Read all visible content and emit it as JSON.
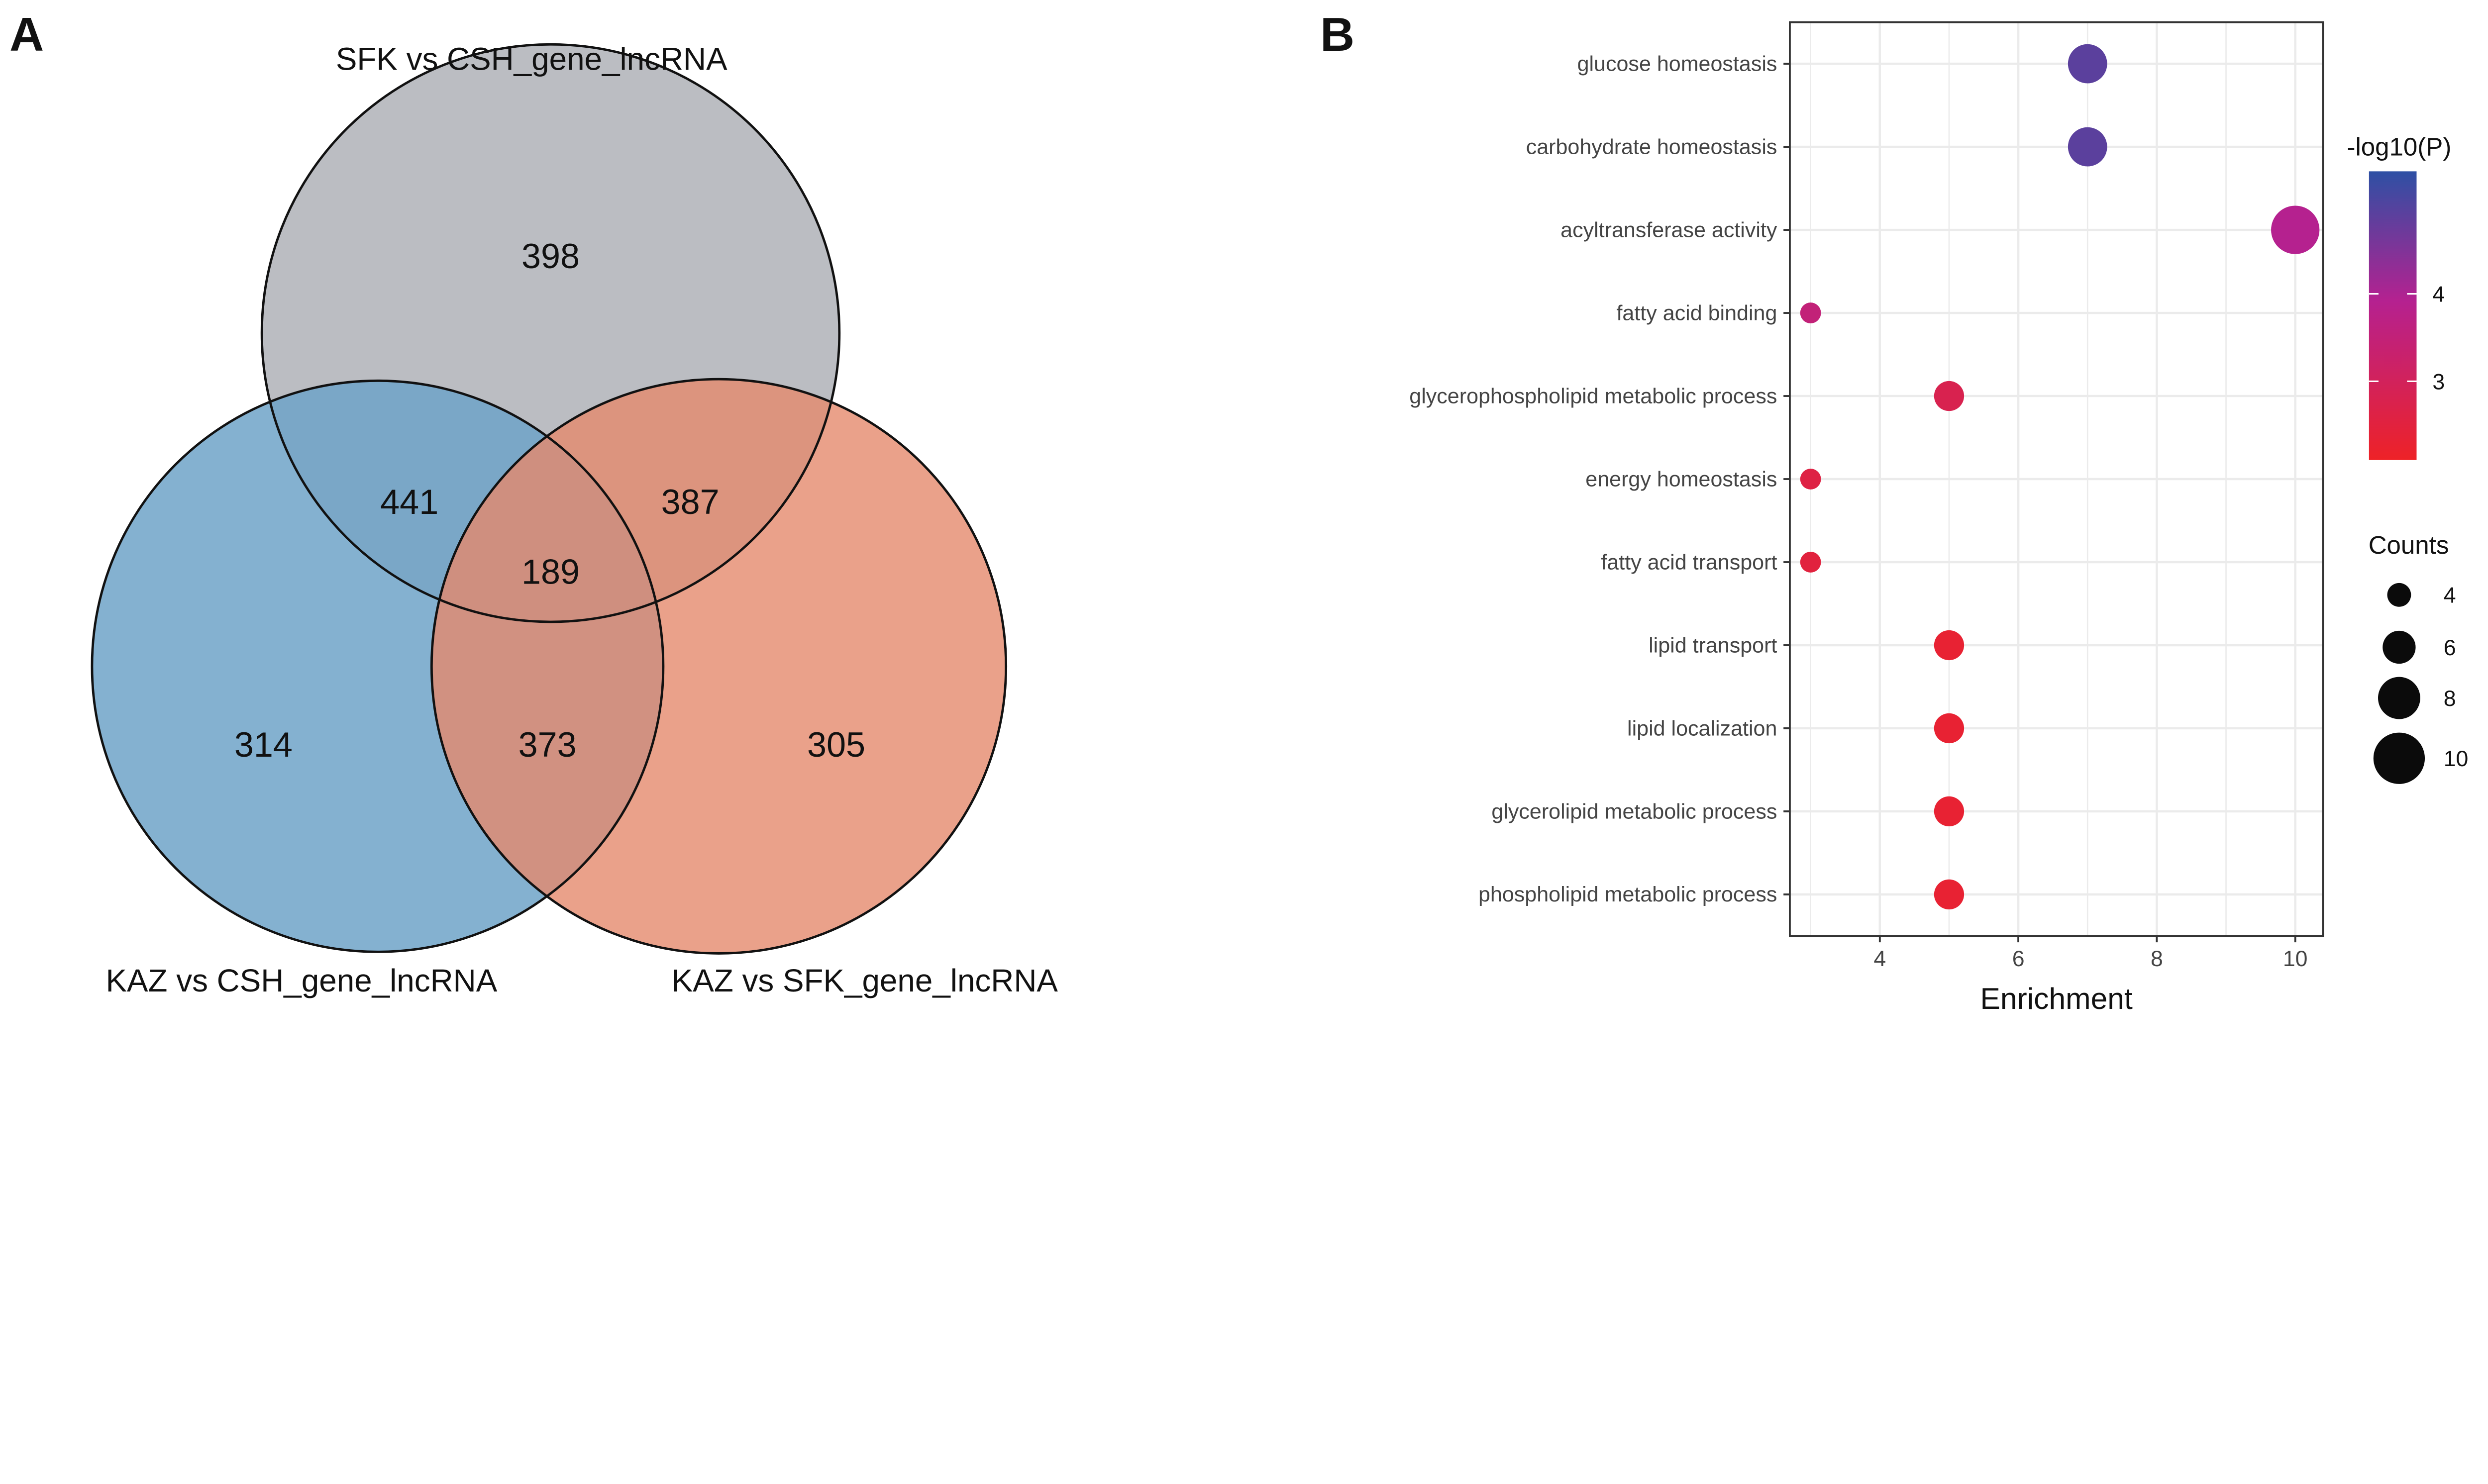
{
  "panels": {
    "a": "A",
    "b": "B"
  },
  "venn": {
    "sets": [
      {
        "name": "SFK vs CSH_gene_lncRNA",
        "color": "#b4b6bb"
      },
      {
        "name": "KAZ vs CSH_gene_lncRNA",
        "color": "#7eadcd"
      },
      {
        "name": "KAZ vs SFK_gene_lncRNA",
        "color": "#e99a7f"
      }
    ],
    "regions": {
      "sfk_only": "398",
      "kaz_csh_only": "314",
      "kaz_sfk_only": "305",
      "sfk_and_kaz_csh": "441",
      "sfk_and_kaz_sfk": "387",
      "kaz_csh_and_kaz_sfk": "373",
      "all": "189"
    }
  },
  "chart_data": {
    "type": "scatter",
    "xlabel": "Enrichment",
    "ylabel": "",
    "xlim": [
      2.7,
      10.4
    ],
    "xticks": [
      "4",
      "6",
      "8",
      "10"
    ],
    "grid": true,
    "categories": [
      "glucose homeostasis",
      "carbohydrate homeostasis",
      "acyltransferase activity",
      "fatty acid binding",
      "glycerophospholipid metabolic process",
      "energy homeostasis",
      "fatty acid transport",
      "lipid transport",
      "lipid localization",
      "glycerolipid metabolic process",
      "phospholipid metabolic process"
    ],
    "enrichment": [
      7,
      7,
      10,
      3,
      5,
      3,
      3,
      5,
      5,
      5,
      5
    ],
    "counts": [
      7,
      7,
      9,
      3,
      5,
      3,
      3,
      5,
      5,
      5,
      5
    ],
    "neg_log10_p": [
      4.9,
      4.9,
      3.9,
      3.5,
      2.8,
      2.6,
      2.5,
      2.3,
      2.3,
      2.3,
      2.3
    ],
    "color_legend": {
      "title": "-log10(P)",
      "ticks": [
        "4",
        "3"
      ],
      "range": [
        2.1,
        5.4
      ],
      "low_color": "#ee2227",
      "mid_color": "#b52190",
      "high_color": "#2e50a4"
    },
    "size_legend": {
      "title": "Counts",
      "values": [
        "4",
        "6",
        "8",
        "10"
      ]
    },
    "legend_position": "right"
  }
}
